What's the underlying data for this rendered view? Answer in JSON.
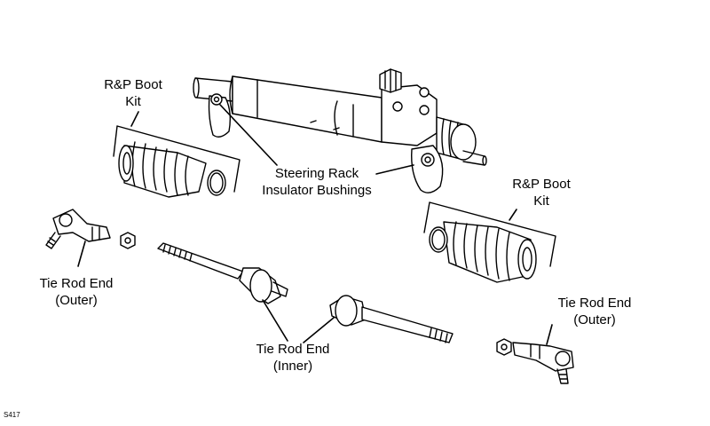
{
  "labels": {
    "boot_kit_left": [
      "R&P Boot",
      "Kit"
    ],
    "boot_kit_right": [
      "R&P Boot",
      "Kit"
    ],
    "bushings": [
      "Steering Rack",
      "Insulator Bushings"
    ],
    "outer_left": [
      "Tie Rod End",
      "(Outer)"
    ],
    "outer_right": [
      "Tie Rod End",
      "(Outer)"
    ],
    "inner": [
      "Tie Rod End",
      "(Inner)"
    ]
  },
  "figure_id": "S417"
}
